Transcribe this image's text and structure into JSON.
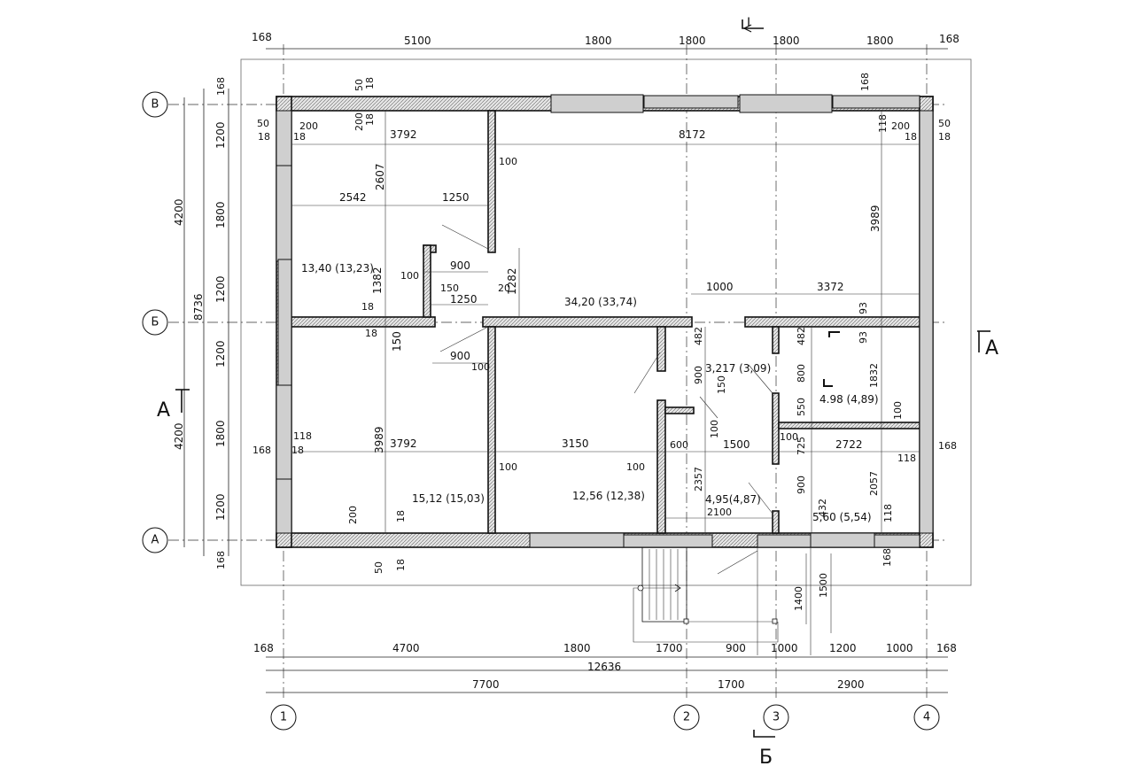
{
  "top_dimensions": [
    "168",
    "5100",
    "1800",
    "1800",
    "1800",
    "1800",
    "168"
  ],
  "left_dimensions_outer": [
    "4200",
    "8736",
    "4200"
  ],
  "left_dimensions_inner": [
    "168",
    "1200",
    "1800",
    "1200",
    "1200",
    "1800",
    "1200",
    "168"
  ],
  "bottom_dimensions_row1": [
    "168",
    "4700",
    "1800",
    "1700",
    "900",
    "1000",
    "1200",
    "1000",
    "168"
  ],
  "bottom_total": "12636",
  "bottom_axis_dimensions": [
    "7700",
    "1700",
    "2900"
  ],
  "axes_vertical": [
    "1",
    "2",
    "3",
    "4"
  ],
  "axes_horizontal": [
    "В",
    "Б",
    "А"
  ],
  "section_marks": {
    "top": "I",
    "bottom": "Б",
    "right": "А",
    "left": "А"
  },
  "rooms": [
    {
      "label": "13,40 (13,23)"
    },
    {
      "label": "34,20 (33,74)"
    },
    {
      "label": "15,12 (15,03)"
    },
    {
      "label": "12,56 (12,38)"
    },
    {
      "label": "3,217 (3,09)"
    },
    {
      "label": "4.98 (4,89)"
    },
    {
      "label": "4,95(4,87)"
    },
    {
      "label": "5,60 (5,54)"
    }
  ],
  "interior_dimensions": {
    "d3792_top": "3792",
    "d8172": "8172",
    "d2542": "2542",
    "d1250a": "1250",
    "d2607": "2607",
    "d900a": "900",
    "d1250b": "1250",
    "d1382": "1382",
    "d1282": "1282",
    "d150a": "150",
    "d100a": "100",
    "d20": "20",
    "d1000": "1000",
    "d3372": "3372",
    "d3989r": "3989",
    "d93a": "93",
    "d93b": "93",
    "d900b": "900",
    "d100b": "100",
    "d150b": "150",
    "d3989l": "3989",
    "d3792_bot": "3792",
    "d3150": "3150",
    "d118a": "118",
    "d168a": "168",
    "d100c": "100",
    "d100d": "100",
    "d482a": "482",
    "d482b": "482",
    "d900c": "900",
    "d150c": "150",
    "d800": "800",
    "d1832": "1832",
    "d550": "550",
    "d100e": "100",
    "d600": "600",
    "d1500": "1500",
    "d100f": "100",
    "d2722": "2722",
    "d725": "725",
    "d100g": "100",
    "d118b": "118",
    "d168b": "168",
    "d2357": "2357",
    "d2100": "2100",
    "d900d": "900",
    "d432": "432",
    "d2057": "2057",
    "d118c": "118",
    "d168c": "168",
    "d200a": "200",
    "d18a": "18",
    "d50a": "50",
    "d18b": "18",
    "d200b": "200",
    "d18c": "18",
    "d50b": "50",
    "d18d": "18",
    "d168d": "168",
    "d200c": "200",
    "d18e": "18",
    "d50c": "50",
    "d18f": "18",
    "d118d": "118",
    "d18g": "18",
    "d18h": "18",
    "d50d": "50",
    "d18i": "18",
    "d200d": "200",
    "d18j": "18",
    "d18k": "18",
    "d50e": "50",
    "d1400": "1400",
    "d1500b": "1500"
  }
}
